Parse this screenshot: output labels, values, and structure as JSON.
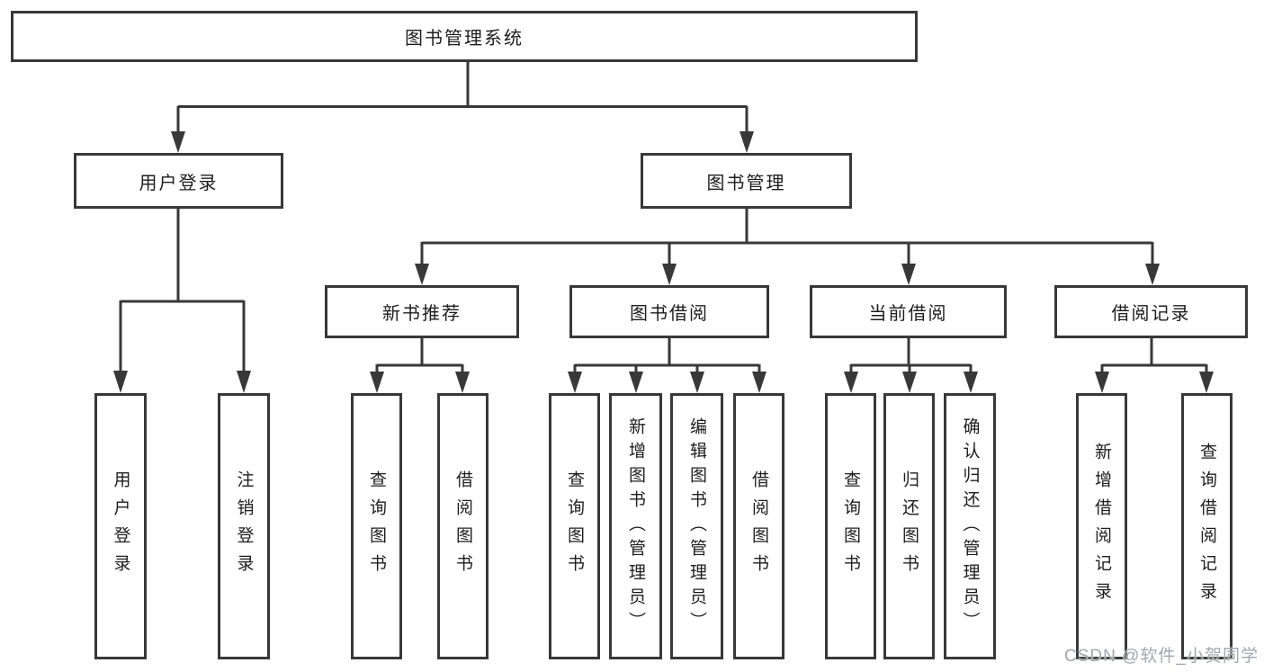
{
  "watermark": "CSDN @软件_小贺同学",
  "colors": {
    "line": "#383838",
    "text": "#1d1d1d",
    "watermark": "#a2a7b0",
    "background": "#ffffff"
  },
  "diagram": {
    "root": "图书管理系统",
    "branches": [
      {
        "label": "用户登录",
        "children": [
          {
            "label": "用户登录"
          },
          {
            "label": "注销登录"
          }
        ]
      },
      {
        "label": "图书管理",
        "children": [
          {
            "label": "新书推荐",
            "children": [
              {
                "label": "查询图书"
              },
              {
                "label": "借阅图书"
              }
            ]
          },
          {
            "label": "图书借阅",
            "children": [
              {
                "label": "查询图书"
              },
              {
                "label": "新增图书（管理员）"
              },
              {
                "label": "编辑图书（管理员）"
              },
              {
                "label": "借阅图书"
              }
            ]
          },
          {
            "label": "当前借阅",
            "children": [
              {
                "label": "查询图书"
              },
              {
                "label": "归还图书"
              },
              {
                "label": "确认归还（管理员）"
              }
            ]
          },
          {
            "label": "借阅记录",
            "children": [
              {
                "label": "新增借阅记录"
              },
              {
                "label": "查询借阅记录"
              }
            ]
          }
        ]
      }
    ]
  }
}
